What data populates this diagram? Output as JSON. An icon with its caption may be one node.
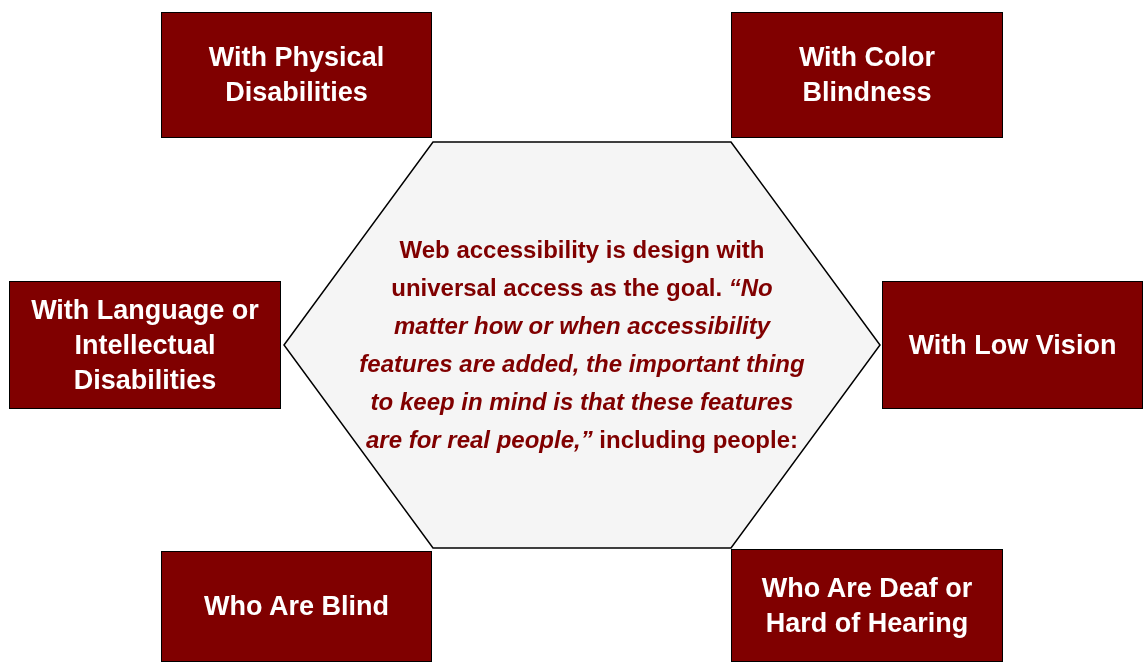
{
  "diagram": {
    "nodes": [
      {
        "text": [
          "Web accessibility is design with universal access as the goal. *“No matter how or when accessibility features are added, the important thing to keep in mind is that these features are for real people,”* including people:"
        ]
      },
      {
        "text": [
          "With Physical Disabilities"
        ]
      },
      {
        "text": [
          "With Color Blindness"
        ]
      },
      {
        "text": [
          "With Language or Intellectual Disabilities"
        ]
      },
      {
        "text": [
          "With Low Vision"
        ]
      },
      {
        "text": [
          "Who Are Blind"
        ]
      },
      {
        "text": [
          "Who Are Deaf or Hard of Hearing"
        ]
      }
    ]
  }
}
